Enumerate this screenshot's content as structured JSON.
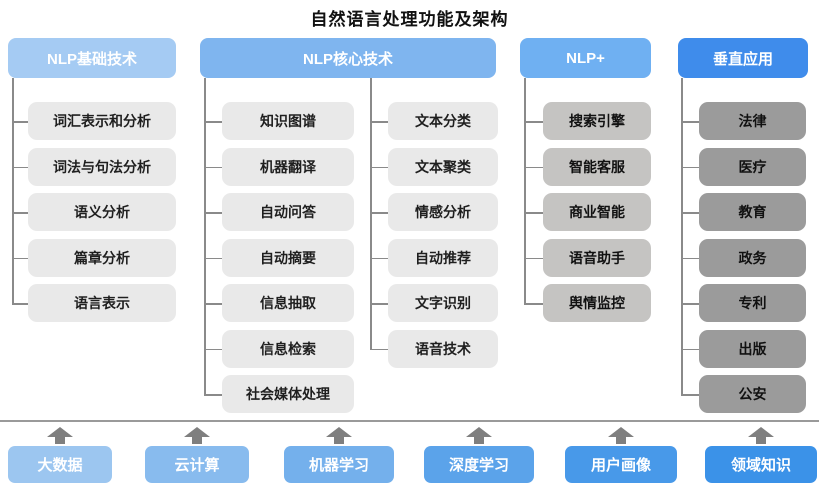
{
  "title": "自然语言处理功能及架构",
  "diagram": {
    "header_text_color": "#ffffff",
    "connector_color": "#8a8a8a",
    "arrow_color": "#7f7f7f",
    "divider_color": "#9a9a9a",
    "columns": [
      {
        "header": "NLP基础技术",
        "header_color": "#a5cbf3",
        "item_color": "#e9e9e9",
        "item_text_color": "#1f1f1f",
        "sub_columns": [
          [
            "词汇表示和分析",
            "词法与句法分析",
            "语义分析",
            "篇章分析",
            "语言表示"
          ]
        ]
      },
      {
        "header": "NLP核心技术",
        "header_color": "#7fb5ef",
        "item_color": "#e9e9e9",
        "item_text_color": "#1f1f1f",
        "sub_columns": [
          [
            "知识图谱",
            "机器翻译",
            "自动问答",
            "自动摘要",
            "信息抽取",
            "信息检索",
            "社会媒体处理"
          ],
          [
            "文本分类",
            "文本聚类",
            "情感分析",
            "自动推荐",
            "文字识别",
            "语音技术"
          ]
        ]
      },
      {
        "header": "NLP+",
        "header_color": "#6fb0f2",
        "item_color": "#c5c4c2",
        "item_text_color": "#111111",
        "sub_columns": [
          [
            "搜索引擎",
            "智能客服",
            "商业智能",
            "语音助手",
            "舆情监控"
          ]
        ]
      },
      {
        "header": "垂直应用",
        "header_color": "#3f8ceb",
        "item_color": "#9b9b9b",
        "item_text_color": "#111111",
        "sub_columns": [
          [
            "法律",
            "医疗",
            "教育",
            "政务",
            "专利",
            "出版",
            "公安"
          ]
        ]
      }
    ],
    "foundation": [
      {
        "label": "大数据",
        "color": "#9cc6f0"
      },
      {
        "label": "云计算",
        "color": "#88bbee"
      },
      {
        "label": "机器学习",
        "color": "#74b0ec"
      },
      {
        "label": "深度学习",
        "color": "#5ba3ea"
      },
      {
        "label": "用户画像",
        "color": "#4899e9"
      },
      {
        "label": "领域知识",
        "color": "#3b92e8"
      }
    ]
  }
}
